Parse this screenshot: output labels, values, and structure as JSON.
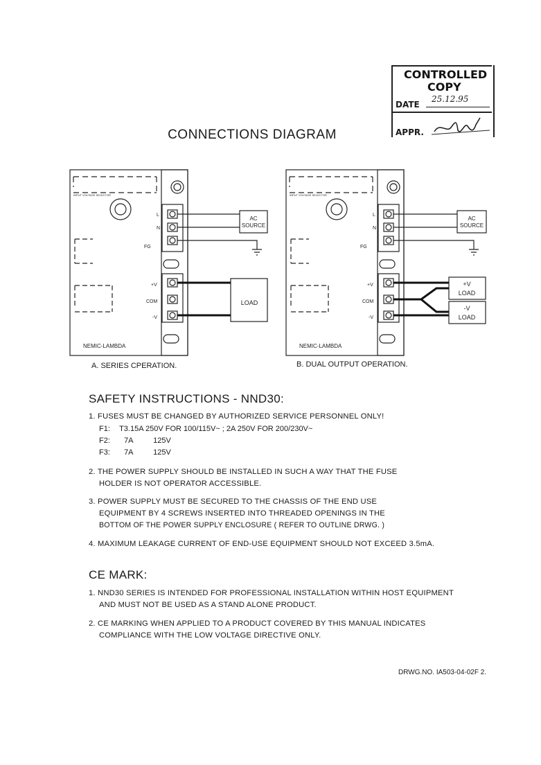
{
  "stamp": {
    "line1": "CONTROLLED",
    "line2": "COPY",
    "date_label": "DATE",
    "date_value": "25.12.95",
    "appr_label": "APPR."
  },
  "title": "CONNECTIONS DIAGRAM",
  "diagram_a": {
    "caption": "A. SERIES CPERATION.",
    "selector_label": "INPUT VOLTAGE SELECTOR",
    "ac_source": [
      "AC",
      "SOURCE"
    ],
    "load": "LOAD",
    "terminals": [
      "L",
      "N",
      "FG",
      "+V",
      "COM",
      "-V"
    ],
    "logo": "NEMIC-LAMBDA"
  },
  "diagram_b": {
    "caption": "B. DUAL OUTPUT OPERATION.",
    "selector_label": "INPUT VOLTAGE SELECTOR",
    "ac_source": [
      "AC",
      "SOURCE"
    ],
    "load_top": [
      "+V",
      "LOAD"
    ],
    "load_bottom": [
      "-V",
      "LOAD"
    ],
    "terminals": [
      "L",
      "N",
      "FG",
      "+V",
      "COM",
      "-V"
    ],
    "logo": "NEMIC-LAMBDA"
  },
  "safety": {
    "heading": "SAFETY INSTRUCTIONS -  NND30:",
    "items": [
      "1. FUSES MUST BE CHANGED BY AUTHORIZED SERVICE PERSONNEL ONLY!",
      "2. THE POWER SUPPLY SHOULD BE INSTALLED IN SUCH A WAY THAT THE FUSE",
      "HOLDER IS NOT OPERATOR ACCESSIBLE.",
      "3. POWER SUPPLY MUST BE SECURED TO THE CHASSIS OF THE END USE",
      "EQUIPMENT BY 4 SCREWS INSERTED INTO THREADED OPENINGS IN THE",
      "BOTTOM OF THE POWER SUPPLY ENCLOSURE  ( REFER TO OUTLINE DRWG. )",
      "4. MAXIMUM LEAKAGE CURRENT OF END-USE EQUIPMENT SHOULD NOT  EXCEED 3.5mA."
    ],
    "fuses": [
      {
        "name": "F1:",
        "rating": "T3.15A  250V  FOR 100/115V~  ;  2A  250V FOR 200/230V~"
      },
      {
        "name": "F2:",
        "rating_a": "7A",
        "rating_b": "125V"
      },
      {
        "name": "F3:",
        "rating_a": "7A",
        "rating_b": "125V"
      }
    ]
  },
  "ce": {
    "heading": "CE MARK:",
    "items": [
      "1. NND30  SERIES IS INTENDED FOR PROFESSIONAL  INSTALLATION WITHIN HOST EQUIPMENT",
      "AND MUST NOT BE USED AS A STAND ALONE PRODUCT.",
      "2. CE MARKING WHEN APPLIED TO A PRODUCT COVERED BY THIS MANUAL INDICATES",
      "COMPLIANCE WITH THE LOW VOLTAGE DIRECTIVE ONLY."
    ]
  },
  "footer": "DRWG.NO. IA503-04-02F   2."
}
